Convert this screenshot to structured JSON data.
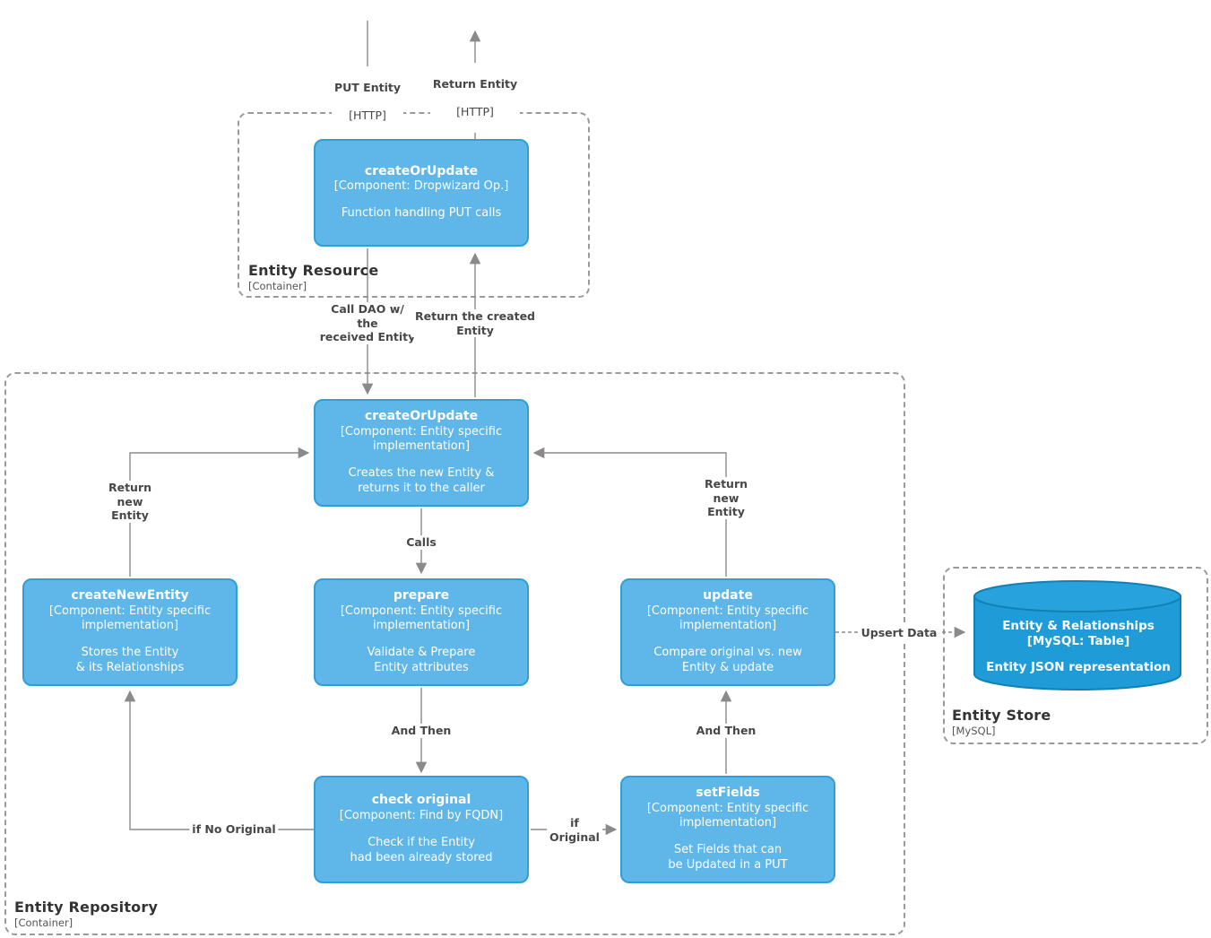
{
  "colors": {
    "box_fill": "#5fb6e8",
    "box_border": "#2f9fd6",
    "db_fill": "#1f9bd7",
    "db_border": "#1180b5",
    "line": "#8a8a8a",
    "label_text": "#474747",
    "container_border": "#9a9a9a"
  },
  "http_flows": {
    "put": {
      "label": "PUT Entity",
      "protocol": "[HTTP]"
    },
    "return": {
      "label": "Return Entity",
      "protocol": "[HTTP]"
    }
  },
  "entity_resource": {
    "name": "Entity Resource",
    "type": "[Container]",
    "create_or_update": {
      "title": "createOrUpdate",
      "subtitle": "[Component: Dropwizard Op.]",
      "description": "Function handling PUT calls"
    }
  },
  "entity_repository": {
    "name": "Entity Repository",
    "type": "[Container]",
    "create_or_update": {
      "title": "createOrUpdate",
      "subtitle": "[Component: Entity specific implementation]",
      "description": "Creates the new Entity &\nreturns it to the caller"
    },
    "create_new_entity": {
      "title": "createNewEntity",
      "subtitle": "[Component: Entity specific implementation]",
      "description": "Stores the Entity\n& its Relationships"
    },
    "prepare": {
      "title": "prepare",
      "subtitle": "[Component: Entity specific implementation]",
      "description": "Validate & Prepare\nEntity attributes"
    },
    "update": {
      "title": "update",
      "subtitle": "[Component: Entity specific implementation]",
      "description": "Compare original vs. new\nEntity & update"
    },
    "check_original": {
      "title": "check original",
      "subtitle": "[Component: Find by FQDN]",
      "description": "Check if the Entity\nhad been already stored"
    },
    "set_fields": {
      "title": "setFields",
      "subtitle": "[Component: Entity specific implementation]",
      "description": "Set Fields that can\nbe Updated in a PUT"
    }
  },
  "entity_store": {
    "name": "Entity Store",
    "type": "[MySQL]",
    "table": {
      "title": "Entity & Relationships",
      "subtitle": "[MySQL: Table]",
      "description": "Entity JSON representation"
    }
  },
  "edges": {
    "call_dao": "Call DAO w/\nthe\nreceived Entity",
    "return_created": "Return the created\nEntity",
    "calls": "Calls",
    "and_then_prepare": "And Then",
    "and_then_setfields": "And Then",
    "if_original": "if\nOriginal",
    "if_no_original": "if No Original",
    "return_new_left": "Return\nnew\nEntity",
    "return_new_right": "Return\nnew\nEntity",
    "upsert": "Upsert Data"
  }
}
